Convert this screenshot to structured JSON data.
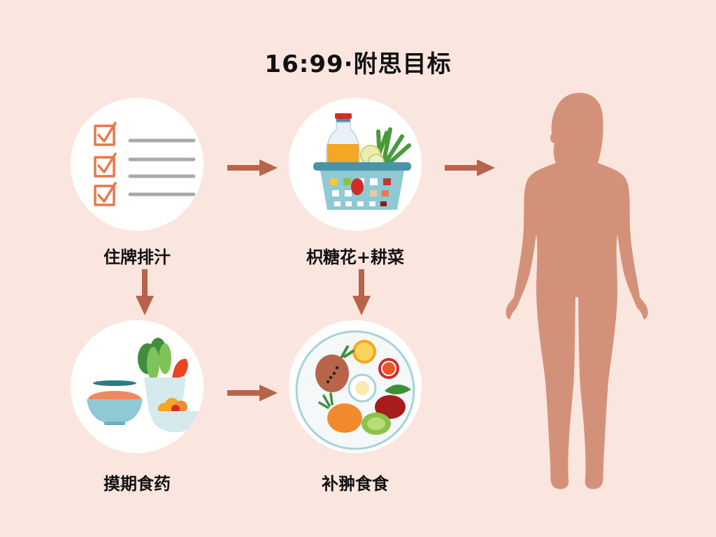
{
  "title": "16:99·附思目标",
  "colors": {
    "background": "#fbe6df",
    "arrow": "#b8634a",
    "circle": "#ffffff",
    "silhouette": "#d4917a",
    "checkbox": "#e8774a",
    "line": "#a9a9a9",
    "text": "#111111"
  },
  "steps": [
    {
      "id": "step-1",
      "label": "住牌排汁",
      "icon": "checklist-icon"
    },
    {
      "id": "step-2",
      "label": "枳糖花+耕菜",
      "icon": "grocery-basket-icon"
    },
    {
      "id": "step-3",
      "label": "摸期食药",
      "icon": "food-bowls-icon"
    },
    {
      "id": "step-4",
      "label": "补翀食食",
      "icon": "food-plate-icon"
    }
  ],
  "arrows": [
    {
      "from": "step-1",
      "to": "step-2",
      "direction": "right"
    },
    {
      "from": "step-2",
      "to": "figure",
      "direction": "right"
    },
    {
      "from": "step-1",
      "to": "step-3",
      "direction": "down"
    },
    {
      "from": "step-2",
      "to": "step-4",
      "direction": "down"
    },
    {
      "from": "step-3",
      "to": "step-4",
      "direction": "right"
    }
  ],
  "figure": {
    "icon": "female-silhouette-icon"
  }
}
